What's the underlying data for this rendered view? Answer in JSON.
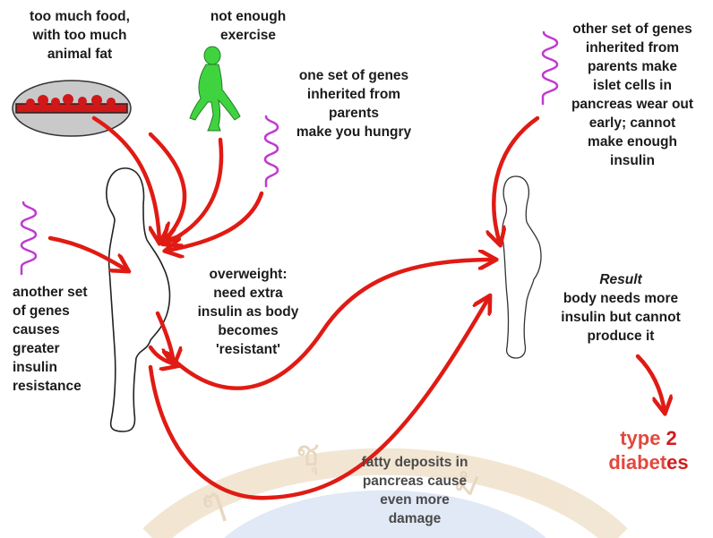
{
  "labels": {
    "food": [
      "too much food,",
      "with too much",
      "animal fat"
    ],
    "exercise": [
      "not enough",
      "exercise"
    ],
    "hunger_genes": [
      "one set of genes",
      "inherited from",
      "parents",
      "make you  hungry"
    ],
    "resistance_genes": [
      "another set",
      "of genes",
      "causes",
      "greater",
      "insulin",
      "resistance"
    ],
    "overweight": [
      "overweight:",
      "need extra",
      "insulin as body",
      "becomes",
      "'resistant'"
    ],
    "islet_genes": [
      "other set of genes",
      "inherited from",
      "parents make",
      "islet cells in",
      "pancreas wear out",
      "early; cannot",
      "make enough",
      "insulin"
    ],
    "result_title": "Result",
    "result_text": [
      "body needs more",
      "insulin but cannot",
      "produce it"
    ],
    "fatty": [
      "fatty deposits in",
      "pancreas cause",
      "even more",
      "damage"
    ],
    "final_line1_a": "type ",
    "final_line1_b": "2",
    "final_line2_a": "diabet",
    "final_line2_b": "es"
  },
  "colors": {
    "arrow": "#e01b14",
    "gene": "#c03ad0",
    "figure_walk": "#3fd43f",
    "text": "#1c1c1c",
    "final": "#e2483f",
    "watermark": "#d9b98a"
  },
  "icons": {
    "plate": "plate-of-fatty-food-icon",
    "walker": "walking-person-icon",
    "gene": "gene-coil-icon"
  }
}
